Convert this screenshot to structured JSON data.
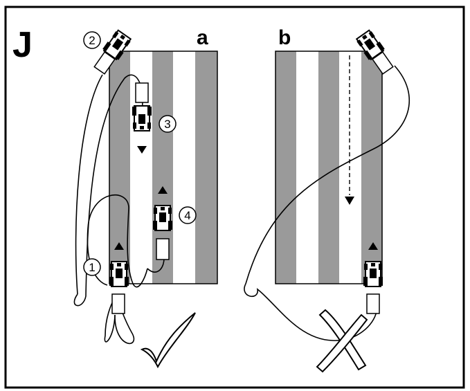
{
  "figure_label": "J",
  "panels": [
    {
      "label": "a",
      "verdict": "correct"
    },
    {
      "label": "b",
      "verdict": "incorrect"
    }
  ],
  "steps": [
    "1",
    "2",
    "3",
    "4"
  ],
  "icons": {
    "verdict_a": "checkmark-icon",
    "verdict_b": "cross-icon",
    "vehicle": "tractor-with-implement-icon",
    "direction": "triangle-arrow-icon"
  },
  "colors": {
    "strip_shaded": "#9a9a9a",
    "strip_plain": "#ffffff",
    "line": "#000000"
  }
}
